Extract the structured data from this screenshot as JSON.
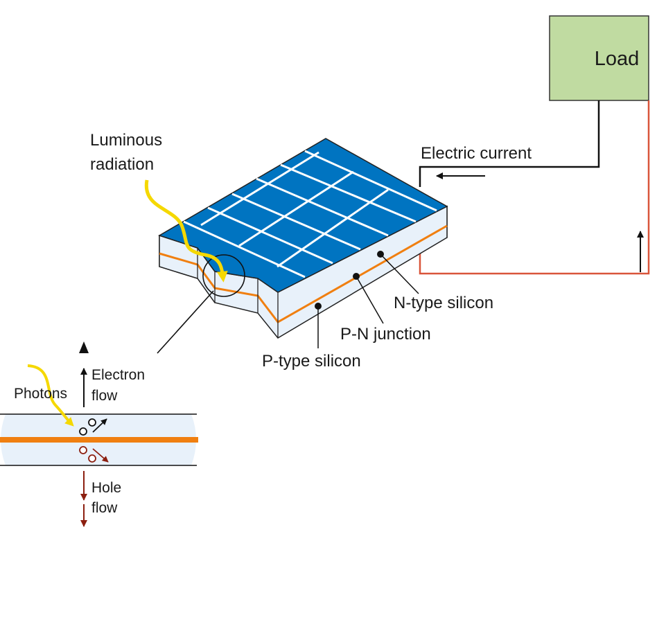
{
  "load": {
    "label": "Load",
    "fill": "#c0dba1",
    "stroke": "#333333"
  },
  "labels": {
    "electric_current": "Electric current",
    "luminous_radiation": [
      "Luminous",
      "radiation"
    ],
    "n_type": "N-type silicon",
    "pn_junction": "P-N junction",
    "p_type": "P-type silicon",
    "photons": "Photons",
    "electron_flow": [
      "Electron",
      "flow"
    ],
    "hole_flow": [
      "Hole",
      "flow"
    ]
  },
  "colors": {
    "panel_top": "#0074c1",
    "panel_grid": "#ffffff",
    "silicon": "#e8f1fa",
    "junction": "#f07f10",
    "photon": "#f5d800",
    "hole": "#8c1f10",
    "return_wire": "#d9553a",
    "wire": "#111111"
  }
}
